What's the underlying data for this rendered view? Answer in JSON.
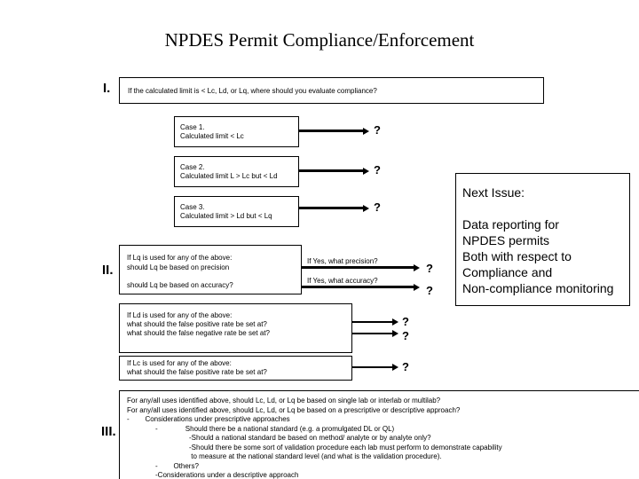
{
  "title": "NPDES Permit Compliance/Enforcement",
  "section1": {
    "numeral": "I.",
    "question": "If the calculated limit is < Lc, Ld, or Lq, where should you evaluate compliance?",
    "cases": [
      {
        "line1": "Case 1.",
        "line2": "Calculated limit < Lc",
        "answer": "?"
      },
      {
        "line1": "Case 2.",
        "line2": "Calculated limit L > Lc but < Ld",
        "answer": "?"
      },
      {
        "line1": "Case 3.",
        "line2": "Calculated limit > Ld but < Lq",
        "answer": "?"
      }
    ]
  },
  "section2": {
    "numeral": "II.",
    "lq": {
      "line1": "If Lq is used for any of the above:",
      "line2": "should Lq be based on precision",
      "line3": "should Lq be based on accuracy?",
      "precision_label": "If Yes, what precision?",
      "accuracy_label": "If Yes, what accuracy?",
      "answer1": "?",
      "answer2": "?"
    },
    "ld": {
      "line1": "If Ld is used for any of the above:",
      "line2": "what should the false positive rate be set at?",
      "line3": "what should the false negative rate be set at?",
      "answer1": "?",
      "answer2": "?"
    },
    "lc": {
      "line1": "If Lc is used for any of the above:",
      "line2": "what should the false positive rate be set at?",
      "answer": "?"
    }
  },
  "section3": {
    "numeral": "III.",
    "lines": [
      "For any/all uses identified above, should Lc, Ld, or Lq be based on single lab or interlab or multilab?",
      "For any/all uses identified above, should Lc, Ld, or Lq be based on a prescriptive or descriptive approach?",
      "-        Considerations under prescriptive approaches",
      "-              Should there be a national standard (e.g. a promulgated DL or QL)",
      "-Should a national standard be based on method/ analyte or by analyte only?",
      "-Should there be some sort of validation procedure each lab must perform to demonstrate capability",
      " to measure at the national standard level (and what is the validation procedure).",
      "-        Others?",
      "-Considerations under a descriptive approach"
    ]
  },
  "next_issue": {
    "heading": "Next Issue:",
    "lines": [
      "Data reporting for",
      "NPDES permits",
      "Both with respect to",
      "Compliance and",
      "Non-compliance monitoring"
    ]
  }
}
